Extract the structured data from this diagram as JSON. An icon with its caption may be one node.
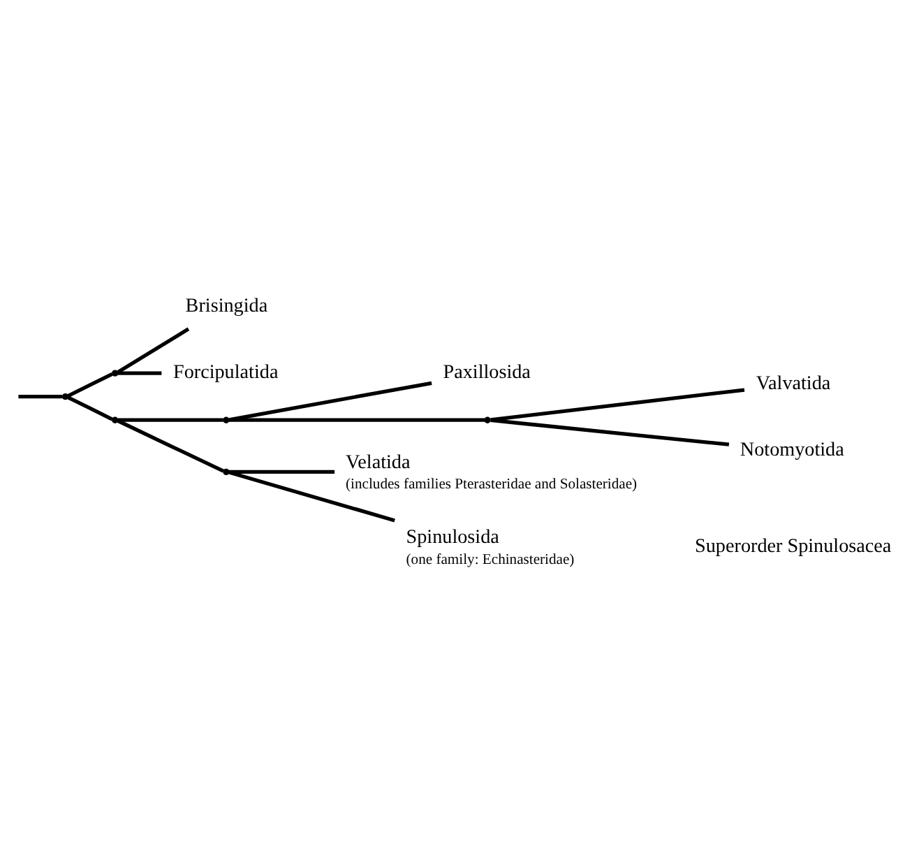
{
  "diagram": {
    "nodes": [
      {
        "text": [
          "Brisingida"
        ]
      },
      {
        "text": [
          "Forcipulatida"
        ]
      },
      {
        "text": [
          "Valvatida"
        ]
      },
      {
        "text": [
          "Notomyotida"
        ]
      },
      {
        "text": [
          "Paxillosida"
        ]
      },
      {
        "text": [
          "Velatida"
        ],
        "beside": [
          "(includes families Pterasteridae and Solasteridae)"
        ]
      },
      {
        "text": [
          "Spinulosida"
        ],
        "beside": [
          "(one family: Echinasteridae)"
        ]
      },
      {
        "text": [],
        "shape": "point"
      },
      {
        "text": [],
        "shape": "point"
      },
      {
        "text": [],
        "shape": "point"
      },
      {
        "text": [],
        "shape": "point"
      },
      {
        "text": [],
        "shape": "point"
      },
      {
        "text": [],
        "shape": "point"
      }
    ],
    "edges": [
      {
        "from": null,
        "to": 7,
        "arrow": "none"
      },
      {
        "from": 7,
        "to": 8,
        "arrow": "none"
      },
      {
        "from": 8,
        "to": 0,
        "arrow": "none"
      },
      {
        "from": 8,
        "to": 1,
        "arrow": "none"
      },
      {
        "from": 7,
        "to": 9,
        "arrow": "none"
      },
      {
        "from": 9,
        "to": 10,
        "arrow": "none"
      },
      {
        "from": 10,
        "to": 11,
        "arrow": "none"
      },
      {
        "from": 11,
        "to": 2,
        "arrow": "none"
      },
      {
        "from": 11,
        "to": 3,
        "arrow": "none"
      },
      {
        "from": 10,
        "to": 4,
        "arrow": "none"
      },
      {
        "from": 9,
        "to": 12,
        "arrow": "none"
      },
      {
        "from": 12,
        "to": 5,
        "arrow": "none"
      },
      {
        "from": 12,
        "to": 6,
        "arrow": "none"
      }
    ],
    "labels": [
      "Superorder Spinulosacea"
    ]
  }
}
